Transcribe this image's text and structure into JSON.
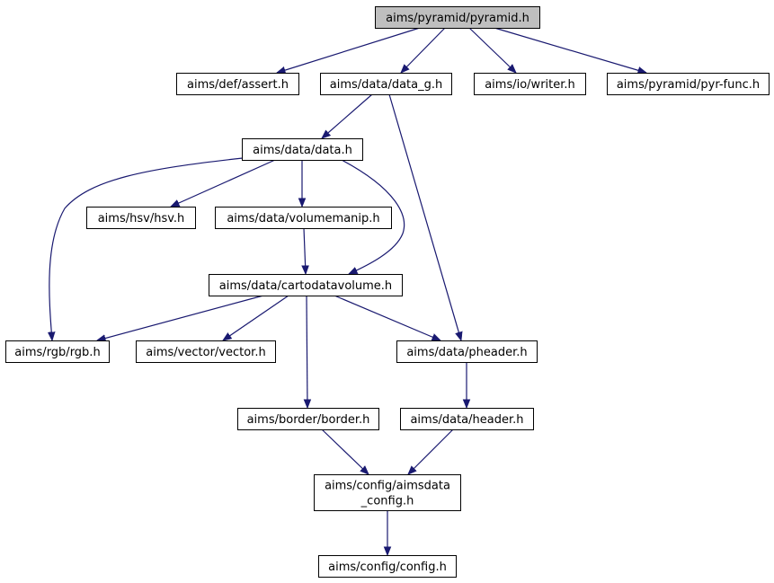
{
  "graph": {
    "nodes": [
      {
        "id": "pyramid",
        "lines": [
          "aims/pyramid/pyramid.h"
        ],
        "root": true
      },
      {
        "id": "assert",
        "lines": [
          "aims/def/assert.h"
        ]
      },
      {
        "id": "data_g",
        "lines": [
          "aims/data/data_g.h"
        ]
      },
      {
        "id": "writer",
        "lines": [
          "aims/io/writer.h"
        ]
      },
      {
        "id": "pyrfunc",
        "lines": [
          "aims/pyramid/pyr-func.h"
        ]
      },
      {
        "id": "data",
        "lines": [
          "aims/data/data.h"
        ]
      },
      {
        "id": "hsv",
        "lines": [
          "aims/hsv/hsv.h"
        ]
      },
      {
        "id": "volumemanip",
        "lines": [
          "aims/data/volumemanip.h"
        ]
      },
      {
        "id": "cartodatavolume",
        "lines": [
          "aims/data/cartodatavolume.h"
        ]
      },
      {
        "id": "rgb",
        "lines": [
          "aims/rgb/rgb.h"
        ]
      },
      {
        "id": "vector",
        "lines": [
          "aims/vector/vector.h"
        ]
      },
      {
        "id": "pheader",
        "lines": [
          "aims/data/pheader.h"
        ]
      },
      {
        "id": "border",
        "lines": [
          "aims/border/border.h"
        ]
      },
      {
        "id": "header",
        "lines": [
          "aims/data/header.h"
        ]
      },
      {
        "id": "aimsdata_config",
        "lines": [
          "aims/config/aimsdata",
          "_config.h"
        ]
      },
      {
        "id": "config",
        "lines": [
          "aims/config/config.h"
        ]
      }
    ],
    "edges": [
      [
        "pyramid",
        "assert"
      ],
      [
        "pyramid",
        "data_g"
      ],
      [
        "pyramid",
        "writer"
      ],
      [
        "pyramid",
        "pyrfunc"
      ],
      [
        "data_g",
        "data"
      ],
      [
        "data_g",
        "pheader"
      ],
      [
        "data",
        "rgb"
      ],
      [
        "data",
        "hsv"
      ],
      [
        "data",
        "volumemanip"
      ],
      [
        "data",
        "cartodatavolume"
      ],
      [
        "volumemanip",
        "cartodatavolume"
      ],
      [
        "cartodatavolume",
        "rgb"
      ],
      [
        "cartodatavolume",
        "vector"
      ],
      [
        "cartodatavolume",
        "pheader"
      ],
      [
        "cartodatavolume",
        "border"
      ],
      [
        "pheader",
        "header"
      ],
      [
        "border",
        "aimsdata_config"
      ],
      [
        "header",
        "aimsdata_config"
      ],
      [
        "aimsdata_config",
        "config"
      ]
    ],
    "colors": {
      "edge": "#191970",
      "root_fill": "#bfbfbf",
      "node_fill": "#ffffff",
      "node_stroke": "#000000"
    }
  }
}
